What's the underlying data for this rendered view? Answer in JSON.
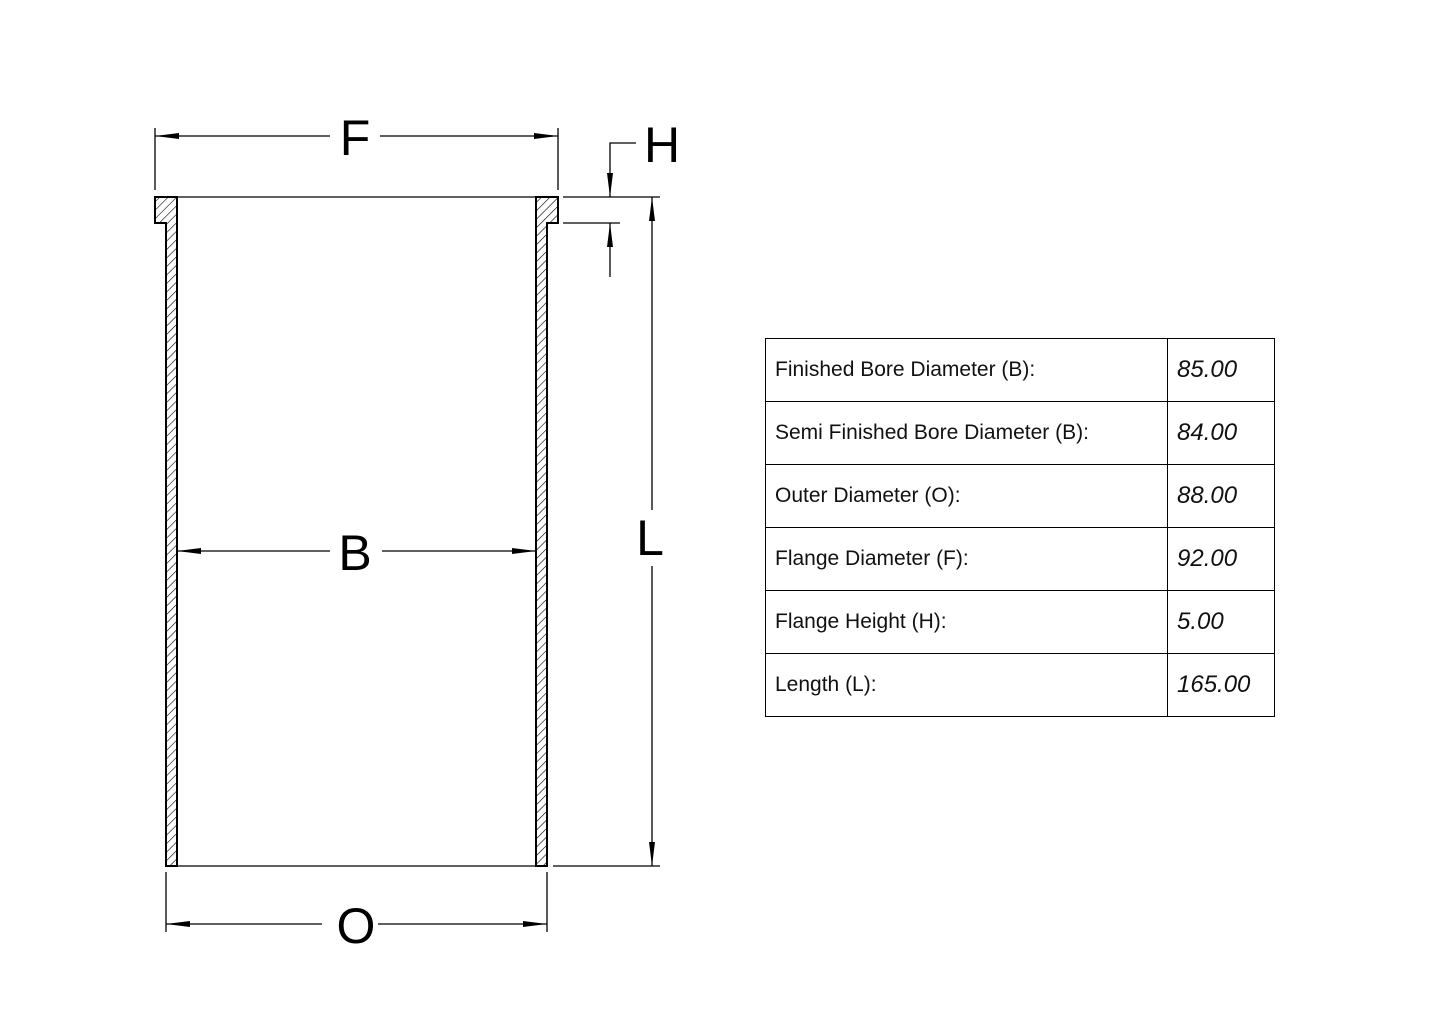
{
  "drawing": {
    "labels": {
      "flange_diameter": "F",
      "flange_height": "H",
      "bore": "B",
      "length": "L",
      "outer": "O"
    }
  },
  "spec_table": {
    "rows": [
      {
        "label": "Finished Bore Diameter (B):",
        "value": "85.00"
      },
      {
        "label": "Semi Finished Bore Diameter (B):",
        "value": "84.00"
      },
      {
        "label": "Outer Diameter (O):",
        "value": "88.00"
      },
      {
        "label": "Flange Diameter (F):",
        "value": "92.00"
      },
      {
        "label": "Flange Height (H):",
        "value": "5.00"
      },
      {
        "label": "Length (L):",
        "value": "165.00"
      }
    ]
  }
}
